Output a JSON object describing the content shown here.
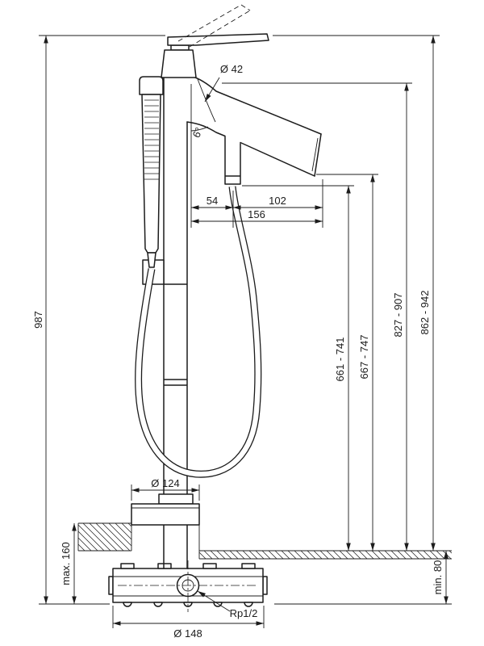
{
  "page": {
    "background": "#ffffff",
    "ink": "#1c1c1c"
  },
  "drawing": {
    "labels": {
      "spout_diameter": "Ø 42",
      "spout_angle": "6°",
      "offset_column_to_hose": "54",
      "offset_hose_to_outlet": "102",
      "offset_total": "156",
      "height_total": "987",
      "height_top": "862 - 942",
      "height_spout": "827 - 907",
      "height_outlet_center": "667 - 747",
      "height_outlet": "661 - 741",
      "base_plate_diameter": "Ø 124",
      "floor_buildup_max": "max. 160",
      "floor_buildup_min": "min. 80",
      "thread": "Rp1/2",
      "rough_in_diameter": "Ø 148"
    }
  }
}
